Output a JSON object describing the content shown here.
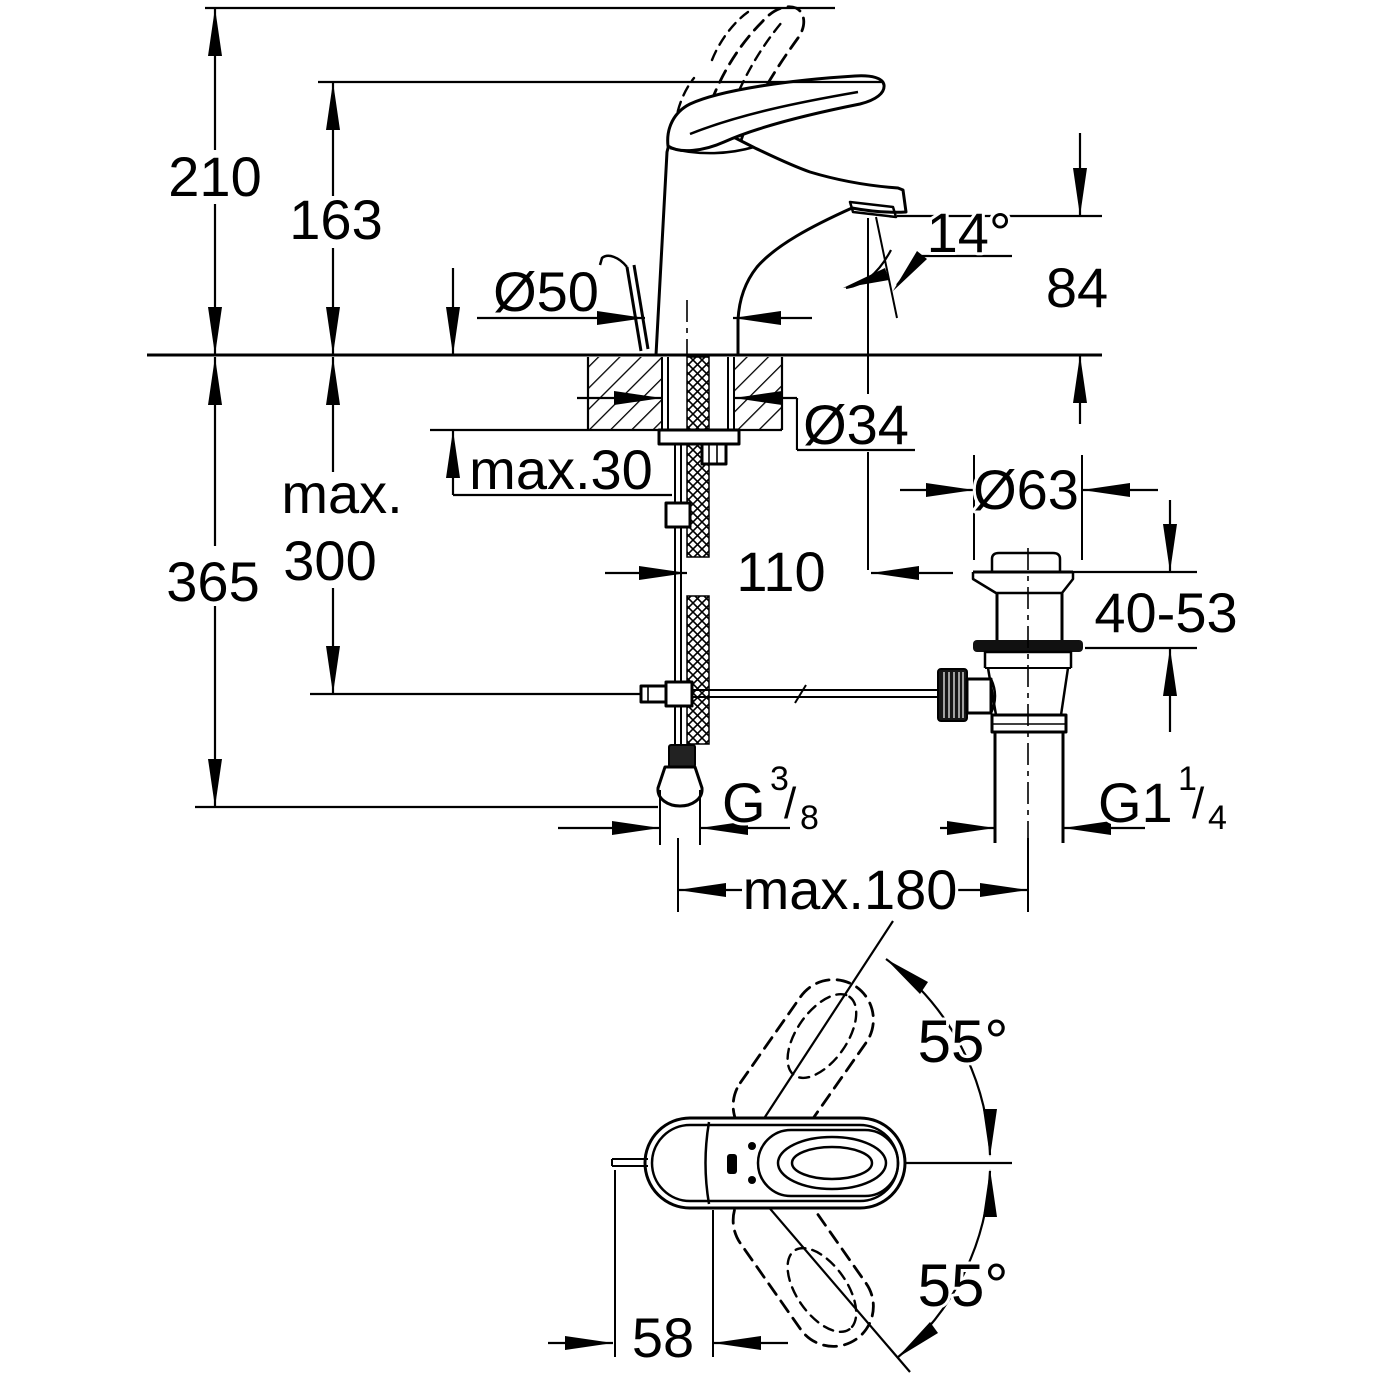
{
  "drawing": {
    "side_view": {
      "overall_height": "210",
      "body_height": "163",
      "base_diameter": "Ø50",
      "spout_angle": "14°",
      "spout_height": "84",
      "shank_diameter": "Ø34",
      "max_deck_thickness": "max.30",
      "max_rod_depth_line1": "max.",
      "max_rod_depth_line2": "300",
      "hose_length": "365",
      "spout_reach": "110",
      "waste_diameter": "Ø63",
      "basin_clamp_range": "40-53",
      "supply_thread": {
        "base": "G",
        "numerator": "3",
        "slash": "/",
        "denominator": "8"
      },
      "waste_thread": {
        "base": "G1",
        "numerator": "1",
        "slash": "/",
        "denominator": "4"
      },
      "max_waste_distance": "max.180"
    },
    "top_view": {
      "swing_angle_upper": "55°",
      "swing_angle_lower": "55°",
      "rod_to_center": "58"
    }
  }
}
